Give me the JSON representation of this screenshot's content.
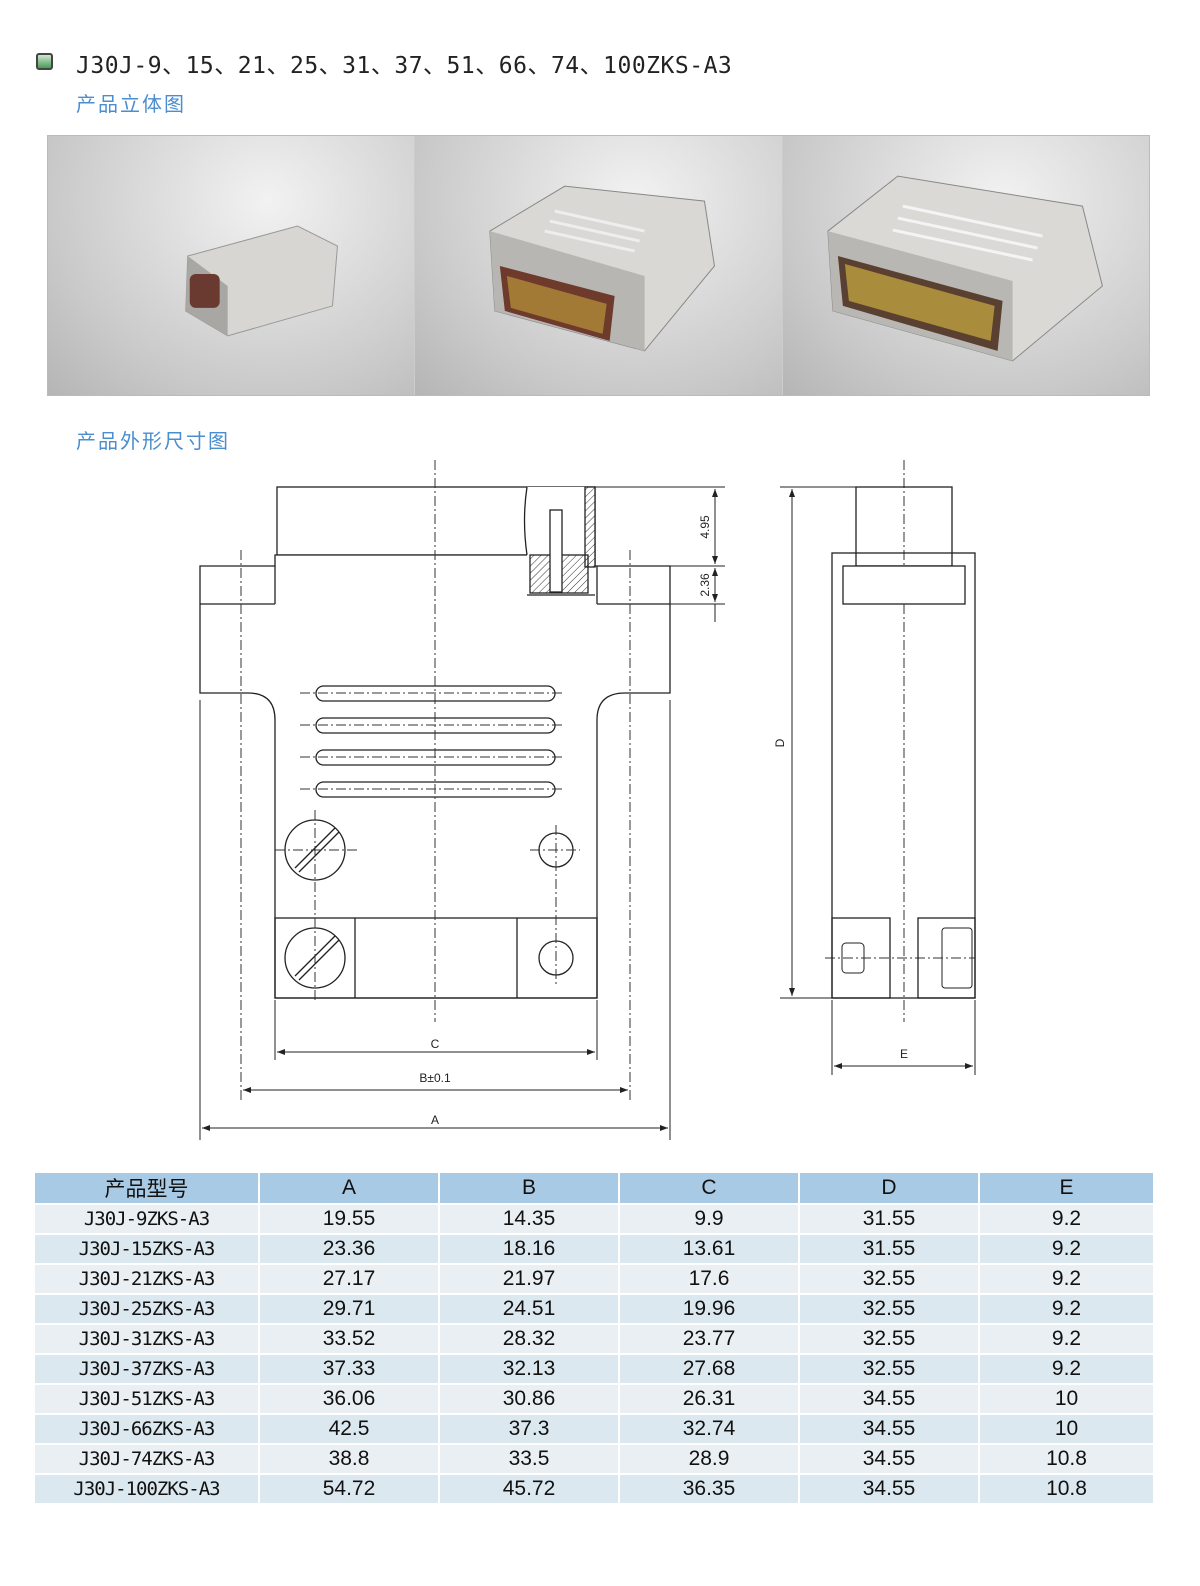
{
  "header": {
    "title": "J30J-9、15、21、25、31、37、51、66、74、100ZKS-A3",
    "section_3d": "产品立体图",
    "section_dims": "产品外形尺寸图"
  },
  "drawing": {
    "labels": {
      "c": "C",
      "b": "B±0.1",
      "a": "A",
      "d": "D",
      "e": "E",
      "h1": "4.95",
      "h2": "2.36"
    }
  },
  "table": {
    "headers": [
      "产品型号",
      "A",
      "B",
      "C",
      "D",
      "E"
    ],
    "rows": [
      [
        "J30J-9ZKS-A3",
        "19.55",
        "14.35",
        "9.9",
        "31.55",
        "9.2"
      ],
      [
        "J30J-15ZKS-A3",
        "23.36",
        "18.16",
        "13.61",
        "31.55",
        "9.2"
      ],
      [
        "J30J-21ZKS-A3",
        "27.17",
        "21.97",
        "17.6",
        "32.55",
        "9.2"
      ],
      [
        "J30J-25ZKS-A3",
        "29.71",
        "24.51",
        "19.96",
        "32.55",
        "9.2"
      ],
      [
        "J30J-31ZKS-A3",
        "33.52",
        "28.32",
        "23.77",
        "32.55",
        "9.2"
      ],
      [
        "J30J-37ZKS-A3",
        "37.33",
        "32.13",
        "27.68",
        "32.55",
        "9.2"
      ],
      [
        "J30J-51ZKS-A3",
        "36.06",
        "30.86",
        "26.31",
        "34.55",
        "10"
      ],
      [
        "J30J-66ZKS-A3",
        "42.5",
        "37.3",
        "32.74",
        "34.55",
        "10"
      ],
      [
        "J30J-74ZKS-A3",
        "38.8",
        "33.5",
        "28.9",
        "34.55",
        "10.8"
      ],
      [
        "J30J-100ZKS-A3",
        "54.72",
        "45.72",
        "36.35",
        "34.55",
        "10.8"
      ]
    ]
  }
}
